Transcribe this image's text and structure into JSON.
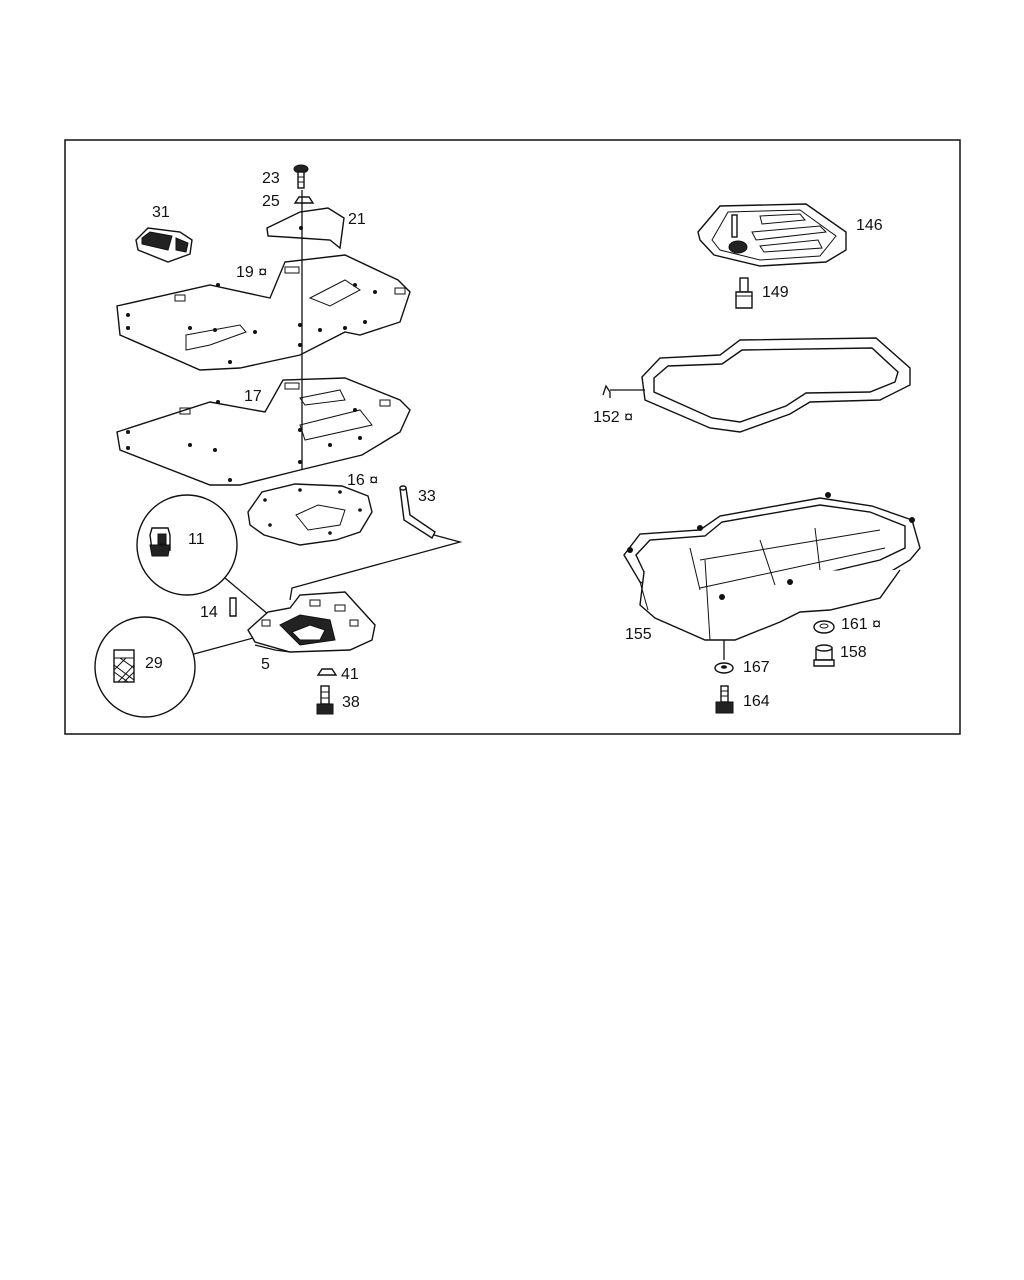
{
  "colors": {
    "ink": "#111111",
    "background": "#ffffff"
  },
  "labels": {
    "p23": "23",
    "p25": "25",
    "p21": "21",
    "p31": "31",
    "p19": "19 ¤",
    "p17": "17",
    "p16": "16 ¤",
    "p33": "33",
    "p11": "11",
    "p14": "14",
    "p29": "29",
    "p5": "5",
    "p41": "41",
    "p38": "38",
    "p146": "146",
    "p149": "149",
    "p152": "152 ¤",
    "p155": "155",
    "p161": "161 ¤",
    "p158": "158",
    "p167": "167",
    "p164": "164"
  }
}
